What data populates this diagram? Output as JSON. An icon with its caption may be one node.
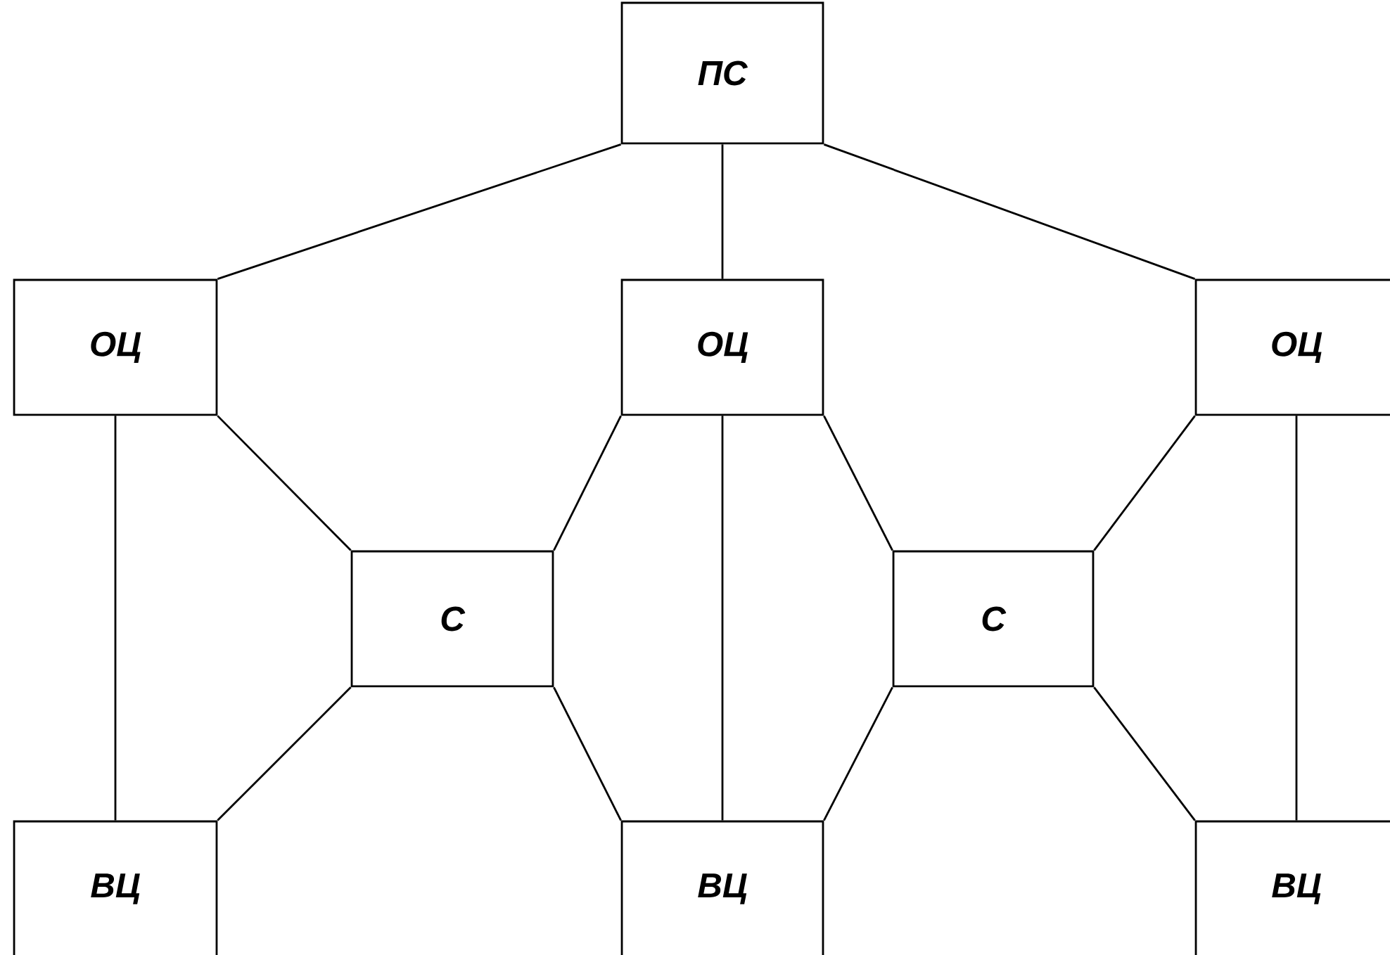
{
  "diagram": {
    "nodes": [
      {
        "text": [
          "ПС"
        ]
      },
      {
        "text": [
          "ОЦ"
        ]
      },
      {
        "text": [
          "ОЦ"
        ]
      },
      {
        "text": [
          "ОЦ"
        ]
      },
      {
        "text": [
          "С"
        ]
      },
      {
        "text": [
          "С"
        ]
      },
      {
        "text": [
          "ВЦ"
        ]
      },
      {
        "text": [
          "ВЦ"
        ]
      },
      {
        "text": [
          "ВЦ"
        ]
      }
    ],
    "edges": [
      {
        "from": 0,
        "to": 1,
        "arrow": "none"
      },
      {
        "from": 0,
        "to": 2,
        "arrow": "none"
      },
      {
        "from": 0,
        "to": 3,
        "arrow": "none"
      },
      {
        "from": 1,
        "to": 6,
        "arrow": "none"
      },
      {
        "from": 1,
        "to": 4,
        "arrow": "none"
      },
      {
        "from": 2,
        "to": 4,
        "arrow": "none"
      },
      {
        "from": 2,
        "to": 7,
        "arrow": "none"
      },
      {
        "from": 2,
        "to": 5,
        "arrow": "none"
      },
      {
        "from": 3,
        "to": 5,
        "arrow": "none"
      },
      {
        "from": 3,
        "to": 8,
        "arrow": "none"
      },
      {
        "from": 4,
        "to": 6,
        "arrow": "none"
      },
      {
        "from": 4,
        "to": 7,
        "arrow": "none"
      },
      {
        "from": 5,
        "to": 7,
        "arrow": "none"
      },
      {
        "from": 5,
        "to": 8,
        "arrow": "none"
      }
    ]
  }
}
